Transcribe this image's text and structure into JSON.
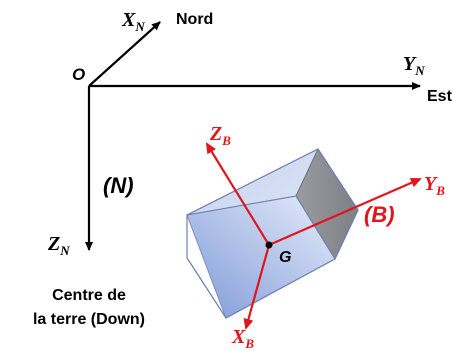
{
  "frame_n": {
    "origin": "O",
    "x_axis": {
      "letter": "X",
      "sub": "N",
      "direction": "Nord"
    },
    "y_axis": {
      "letter": "Y",
      "sub": "N",
      "direction": "Est"
    },
    "z_axis": {
      "letter": "Z",
      "sub": "N",
      "direction_line1": "Centre de",
      "direction_line2": "la terre (Down)"
    },
    "name": "(N)"
  },
  "frame_b": {
    "center": "G",
    "x_axis": {
      "letter": "X",
      "sub": "B"
    },
    "y_axis": {
      "letter": "Y",
      "sub": "B"
    },
    "z_axis": {
      "letter": "Z",
      "sub": "B"
    },
    "name": "(B)"
  },
  "colors": {
    "frame_n": "#000000",
    "frame_b": "#e0161c",
    "body_face_front": "#8ea6dc",
    "body_face_top": "#cdd9f1",
    "body_face_side": "#8f9196",
    "body_stroke": "#7c8dbc"
  }
}
